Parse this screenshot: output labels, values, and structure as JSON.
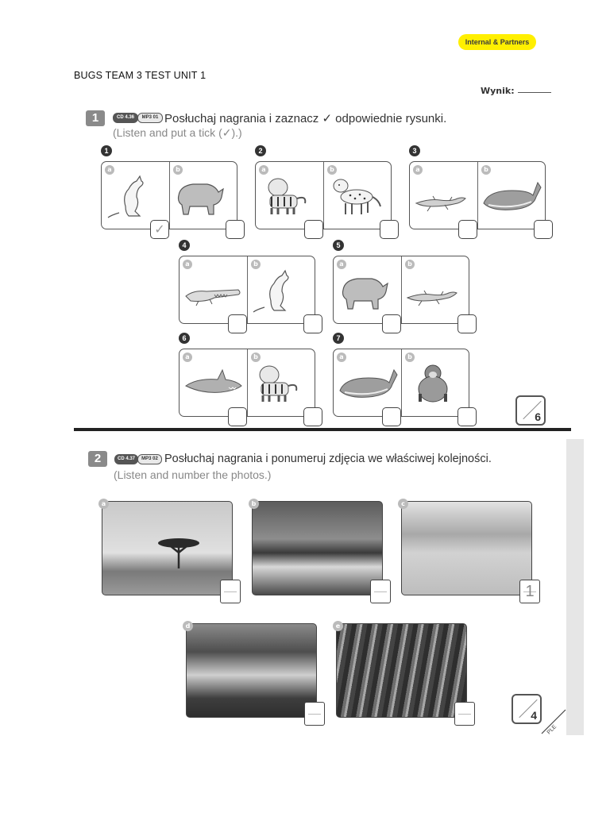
{
  "badge": "Internal & Partners",
  "doc_title": "BUGS TEAM 3 TEST UNIT 1",
  "result_label": "Wynik:",
  "exercise1": {
    "number": "1",
    "cd": "CD 4.36",
    "mp3": "MP3 01",
    "instruction_pl": "Posłuchaj nagrania i zaznacz ✓ odpowiednie rysunki.",
    "instruction_en": "(Listen and put a tick (✓).)",
    "questions": [
      {
        "num": "1",
        "a": "kangaroo",
        "b": "rhino",
        "ticked": "✓"
      },
      {
        "num": "2",
        "a": "tiger",
        "b": "cheetah",
        "ticked": ""
      },
      {
        "num": "3",
        "a": "lizard",
        "b": "whale",
        "ticked": ""
      },
      {
        "num": "4",
        "a": "crocodile",
        "b": "kangaroo",
        "ticked": ""
      },
      {
        "num": "5",
        "a": "rhino",
        "b": "lizard",
        "ticked": ""
      },
      {
        "num": "6",
        "a": "shark",
        "b": "tiger",
        "ticked": ""
      },
      {
        "num": "7",
        "a": "whale",
        "b": "gorilla",
        "ticked": ""
      }
    ],
    "letters": [
      "a",
      "b"
    ],
    "score": "6"
  },
  "exercise2": {
    "number": "2",
    "cd": "CD 4.37",
    "mp3": "MP3 02",
    "instruction_pl": "Posłuchaj nagrania i ponumeruj zdjęcia we właściwej kolejności.",
    "instruction_en": "(Listen and number the photos.)",
    "photos": [
      {
        "letter": "a",
        "subject": "savanna",
        "answer": ""
      },
      {
        "letter": "b",
        "subject": "sea",
        "answer": ""
      },
      {
        "letter": "c",
        "subject": "desert",
        "answer": "1"
      },
      {
        "letter": "d",
        "subject": "river",
        "answer": ""
      },
      {
        "letter": "e",
        "subject": "rainforest",
        "answer": ""
      }
    ],
    "score": "4"
  },
  "colors": {
    "badge": "#ffef00",
    "ink": "#333333",
    "gray": "#8a8a8a"
  }
}
